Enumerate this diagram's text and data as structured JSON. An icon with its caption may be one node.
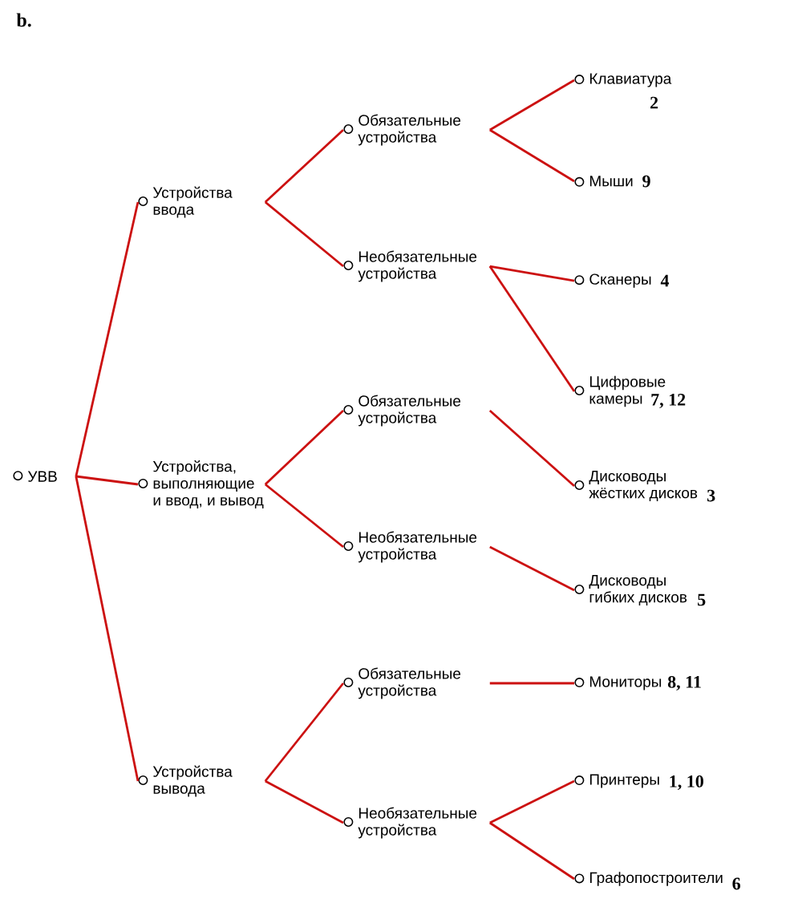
{
  "diagram": {
    "nodes": [
      {
        "text": [
          "УВВ"
        ]
      },
      {
        "text": [
          "Устройства ввода"
        ]
      },
      {
        "text": [
          "Устройства, выполняющие и ввод, и вывод"
        ]
      },
      {
        "text": [
          "Устройства вывода"
        ]
      },
      {
        "text": [
          "Обязательные устройства"
        ]
      },
      {
        "text": [
          "Необязательные устройства"
        ]
      },
      {
        "text": [
          "Обязательные устройства"
        ]
      },
      {
        "text": [
          "Необязательные устройства"
        ]
      },
      {
        "text": [
          "Обязательные устройства"
        ]
      },
      {
        "text": [
          "Необязательные устройства"
        ]
      },
      {
        "text": [
          "Клавиатура"
        ]
      },
      {
        "text": [
          "Мыши"
        ]
      },
      {
        "text": [
          "Сканеры"
        ]
      },
      {
        "text": [
          "Цифровые камеры"
        ]
      },
      {
        "text": [
          "Дисководы жёстких дисков"
        ]
      },
      {
        "text": [
          "Дисководы гибких дисков"
        ]
      },
      {
        "text": [
          "Мониторы"
        ]
      },
      {
        "text": [
          "Принтеры"
        ]
      },
      {
        "text": [
          "Графопостроители"
        ]
      }
    ],
    "edges": [
      {
        "from": 0,
        "to": 1,
        "arrow": "none"
      },
      {
        "from": 0,
        "to": 2,
        "arrow": "none"
      },
      {
        "from": 0,
        "to": 3,
        "arrow": "none"
      },
      {
        "from": 1,
        "to": 4,
        "arrow": "none"
      },
      {
        "from": 1,
        "to": 5,
        "arrow": "none"
      },
      {
        "from": 2,
        "to": 6,
        "arrow": "none"
      },
      {
        "from": 2,
        "to": 7,
        "arrow": "none"
      },
      {
        "from": 3,
        "to": 8,
        "arrow": "none"
      },
      {
        "from": 3,
        "to": 9,
        "arrow": "none"
      },
      {
        "from": 4,
        "to": 10,
        "arrow": "none"
      },
      {
        "from": 4,
        "to": 11,
        "arrow": "none"
      },
      {
        "from": 5,
        "to": 12,
        "arrow": "none"
      },
      {
        "from": 5,
        "to": 13,
        "arrow": "none"
      },
      {
        "from": 6,
        "to": 14,
        "arrow": "none"
      },
      {
        "from": 7,
        "to": 15,
        "arrow": "none"
      },
      {
        "from": 8,
        "to": 16,
        "arrow": "none"
      },
      {
        "from": 9,
        "to": 17,
        "arrow": "none"
      },
      {
        "from": 9,
        "to": 18,
        "arrow": "none"
      }
    ],
    "labels": [
      "b.",
      "2",
      "9",
      "4",
      "7, 12",
      "3",
      "5",
      "8, 11",
      "1, 10",
      "6"
    ]
  }
}
